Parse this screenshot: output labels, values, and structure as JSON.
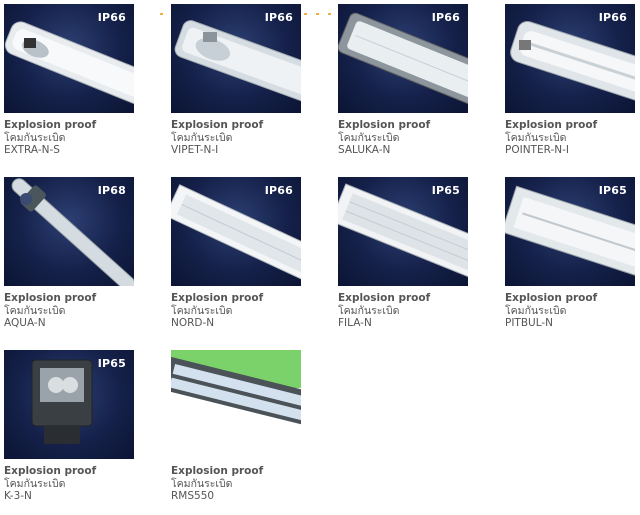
{
  "products": [
    {
      "badge": "IP66",
      "title": "Explosion proof",
      "subtitle": "โคมกันระเบิด",
      "model": "EXTRA-N-S",
      "icon": "tube-lamp-housing-icon"
    },
    {
      "badge": "IP66",
      "title": "Explosion proof",
      "subtitle": "โคมกันระเบิด",
      "model": "VIPET-N-I",
      "icon": "tube-lamp-housing-icon"
    },
    {
      "badge": "IP66",
      "title": "Explosion proof",
      "subtitle": "โคมกันระเบิด",
      "model": "SALUKA-N",
      "icon": "tube-lamp-housing-icon"
    },
    {
      "badge": "IP66",
      "title": "Explosion proof",
      "subtitle": "โคมกันระเบิด",
      "model": "POINTER-N-I",
      "icon": "tube-lamp-housing-icon"
    },
    {
      "badge": "IP68",
      "title": "Explosion proof",
      "subtitle": "โคมกันระเบิด",
      "model": "AQUA-N",
      "icon": "tube-lamp-icon"
    },
    {
      "badge": "IP66",
      "title": "Explosion proof",
      "subtitle": "โคมกันระเบิด",
      "model": "NORD-N",
      "icon": "panel-lamp-icon"
    },
    {
      "badge": "IP65",
      "title": "Explosion proof",
      "subtitle": "โคมกันระเบิด",
      "model": "FILA-N",
      "icon": "panel-lamp-icon"
    },
    {
      "badge": "IP65",
      "title": "Explosion proof",
      "subtitle": "โคมกันระเบิด",
      "model": "PITBUL-N",
      "icon": "panel-lamp-icon"
    },
    {
      "badge": "IP65",
      "title": "Explosion proof",
      "subtitle": "โคมกันระเบิด",
      "model": "K-3-N",
      "icon": "floodlight-icon"
    },
    {
      "badge": "",
      "title": "Explosion proof",
      "subtitle": "โคมกันระเบิด",
      "model": "RMS550",
      "icon": "tube-lamp-icon"
    }
  ],
  "colors": {
    "thumb_bg": "#15214a",
    "badge": "#ffffff",
    "caption": "#555555",
    "accent": "#f0b040",
    "green_bg": "#7cd26a"
  }
}
